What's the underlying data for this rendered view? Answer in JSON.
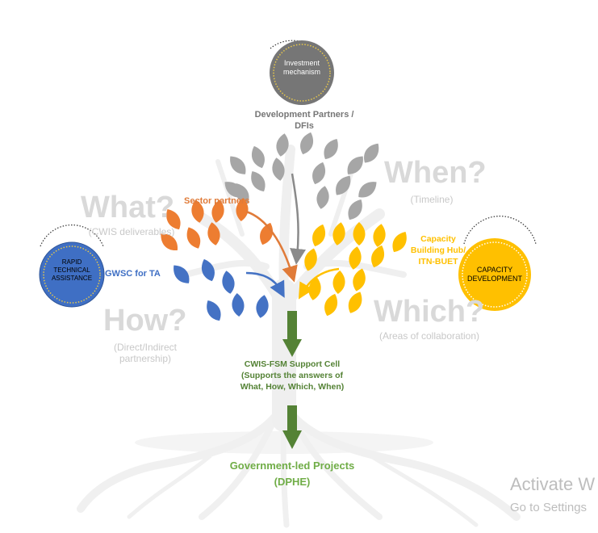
{
  "circles": {
    "investment": {
      "label": "Investment mechanism",
      "color": "#767676",
      "ring": "#e8c84a"
    },
    "rapid_ta": {
      "label": "RAPID TECHNICAL ASSISTANCE",
      "color": "#3f6fc4",
      "ring": "#e8c84a"
    },
    "capacity_dev": {
      "label": "CAPACITY DEVELOPMENT",
      "color": "#ffc000",
      "ring": "#ffffff"
    }
  },
  "labels": {
    "development_partners": "Development Partners / DFIs",
    "sector_partners": "Sector partners",
    "gwsc": "GWSC for TA",
    "capacity_hub": "Capacity Building Hub/ ITN-BUET",
    "support_cell": "CWIS-FSM Support Cell (Supports the answers of What, How, Which, When)",
    "govt_projects": "Government-led Projects",
    "dphe": "(DPHE)"
  },
  "questions": {
    "what": {
      "word": "What?",
      "sub": "(CWIS deliverables)"
    },
    "when": {
      "word": "When?",
      "sub": "(Timeline)"
    },
    "how": {
      "word": "How?",
      "sub": "(Direct/Indirect partnership)"
    },
    "which": {
      "word": "Which?",
      "sub": "(Areas of collaboration)"
    }
  },
  "watermark": {
    "line1": "Activate W",
    "line2": "Go to Settings"
  },
  "colors": {
    "gray_leaf": "#a6a6a6",
    "orange_leaf": "#ed7d31",
    "blue_leaf": "#4472c4",
    "yellow_leaf": "#ffc000",
    "green_arrow": "#548235",
    "trunk": "#efefef"
  }
}
